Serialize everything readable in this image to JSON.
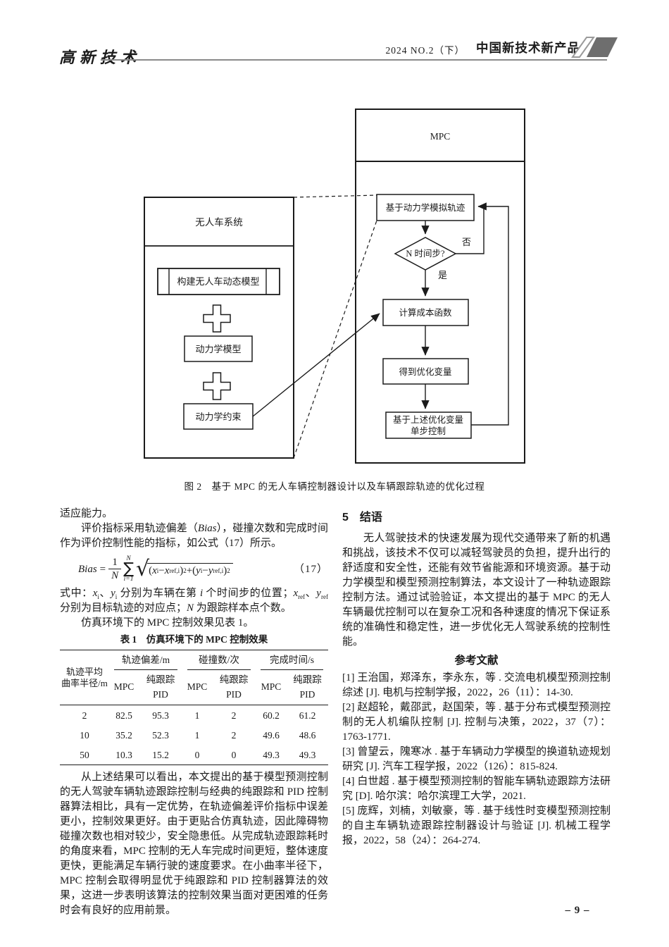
{
  "header": {
    "section_label": "高新技术",
    "issue": "2024 NO.2（下）",
    "journal_name": "中国新技术新产品"
  },
  "figure": {
    "caption": "图 2　基于 MPC 的无人车辆控制器设计以及车辆跟踪轨迹的优化过程",
    "vehicle_system": {
      "title": "无人车系统",
      "build_model": "构建无人车动态模型",
      "dynamics_model": "动力学模型",
      "dynamics_constraint": "动力学约束"
    },
    "mpc": {
      "title": "MPC",
      "simulate_trajectory": "基于动力学模拟轨迹",
      "decision": "N 时间步?",
      "no_label": "否",
      "yes_label": "是",
      "cost_function": "计算成本函数",
      "optimization_vars": "得到优化变量",
      "single_step_line1": "基于上述优化变量",
      "single_step_line2": "单步控制"
    }
  },
  "left_column": {
    "p_continuation": "适应能力。",
    "p_metrics": {
      "s1": "评价指标采用轨迹偏差（",
      "bias": "Bias",
      "s2": "），碰撞次数和完成时间作为评价控制性能的指标，如公式（17）所示。"
    },
    "formula": {
      "lhs": "Bias",
      "equals": "=",
      "frac_num": "1",
      "frac_den": "N",
      "sum_upper": "N",
      "sum_sigma": "∑",
      "sum_lower": "i=1",
      "open1": "(",
      "x": "x",
      "x_sub": "i",
      "minus1": "−",
      "xref": "x",
      "xref_sub": "ref,i",
      "close1": ")",
      "sq1": "2",
      "plus": "+",
      "open2": "(",
      "y": "y",
      "y_sub": "i",
      "minus2": "−",
      "yref": "y",
      "yref_sub": "ref,i",
      "close2": ")",
      "sq2": "2",
      "number": "（17）"
    },
    "p_where": {
      "s1": "式中：",
      "x": "x",
      "x_sub": "i",
      "d1": "、",
      "y": "y",
      "y_sub": "i",
      "s2": " 分别为车辆在第 ",
      "i": "i",
      "s3": " 个时间步的位置；",
      "xr": "x",
      "xr_sub": "ref",
      "d2": "、",
      "yr": "y",
      "yr_sub": "ref",
      "s4": " 分别为目标轨迹的对应点；",
      "N": "N",
      "s5": " 为跟踪样本点个数。"
    },
    "p_table_ref": "仿真环境下的 MPC 控制效果见表 1。",
    "table": {
      "title": "表 1　仿真环境下的 MPC 控制效果",
      "row_header_line1": "轨迹平均",
      "row_header_line2": "曲率半径/m",
      "group_headers": [
        "轨迹偏差/m",
        "碰撞数/次",
        "完成时间/s"
      ],
      "sub_mpc": "MPC",
      "sub_pid": "纯跟踪PID",
      "rows": [
        [
          "2",
          "82.5",
          "95.3",
          "1",
          "2",
          "60.2",
          "61.2"
        ],
        [
          "10",
          "35.2",
          "52.3",
          "1",
          "2",
          "49.6",
          "48.6"
        ],
        [
          "50",
          "10.3",
          "15.2",
          "0",
          "0",
          "49.3",
          "49.3"
        ]
      ]
    },
    "p_discussion": "从上述结果可以看出，本文提出的基于模型预测控制的无人驾驶车辆轨迹跟踪控制与经典的纯跟踪和 PID 控制器算法相比，具有一定优势，在轨迹偏差评价指标中误差更小，控制效果更好。由于更贴合仿真轨迹，因此障碍物碰撞次数也相对较少，安全隐患低。从完成轨迹跟踪耗时的角度来看，MPC 控制的无人车完成时间更短，整体速度更快，更能满足车辆行驶的速度要求。在小曲率半径下，MPC 控制会取得明显优于纯跟踪和 PID 控制器算法的效果，这进一步表明该算法的控制效果当面对更困难的任务时会有良好的应用前景。"
  },
  "right_column": {
    "section_heading": "5　结语",
    "p_conclusion": "无人驾驶技术的快速发展为现代交通带来了新的机遇和挑战，该技术不仅可以减轻驾驶员的负担，提升出行的舒适度和安全性，还能有效节省能源和环境资源。基于动力学模型和模型预测控制算法，本文设计了一种轨迹跟踪控制方法。通过试验验证，本文提出的基于 MPC 的无人车辆最优控制可以在复杂工况和各种速度的情况下保证系统的准确性和稳定性，进一步优化无人驾驶系统的控制性能。",
    "references_heading": "参考文献",
    "references": [
      "[1] 王治国，郑泽东，李永东，等 . 交流电机模型预测控制综述 [J]. 电机与控制学报，2022，26（11）：14-30.",
      "[2] 赵超轮，戴邵武，赵国荣，等 . 基于分布式模型预测控制的无人机编队控制 [J]. 控制与决策，2022，37（7）：1763-1771.",
      "[3] 曾望云，隗寒冰 . 基于车辆动力学模型的换道轨迹规划研究 [J]. 汽车工程学报，2022（126）：815-824.",
      "[4] 白世超 . 基于模型预测控制的智能车辆轨迹跟踪方法研究 [D]. 哈尔滨：哈尔滨理工大学，2021.",
      "[5] 庞辉，刘楠，刘敏豪，等 . 基于线性时变模型预测控制的自主车辆轨迹跟踪控制器设计与验证 [J]. 机械工程学报，2022，58（24）：264-274."
    ]
  },
  "footer": {
    "page_number": "– 9 –"
  }
}
